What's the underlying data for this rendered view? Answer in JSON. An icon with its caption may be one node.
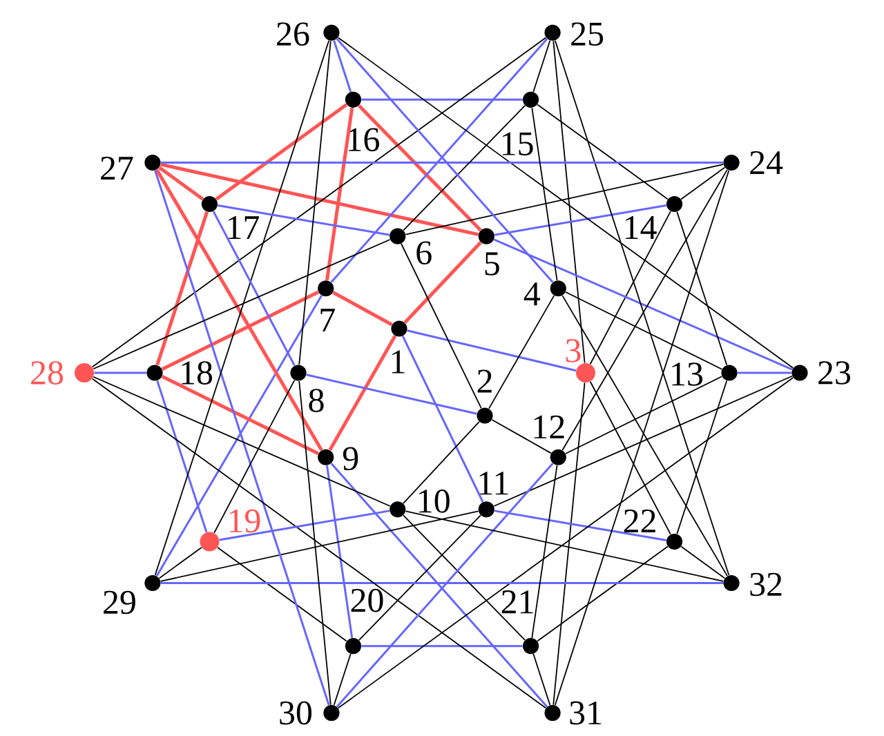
{
  "diagram": {
    "nodes": [
      {
        "text": [
          "1"
        ]
      },
      {
        "text": [
          "2"
        ]
      },
      {
        "text": [
          "3"
        ]
      },
      {
        "text": [
          "4"
        ]
      },
      {
        "text": [
          "5"
        ]
      },
      {
        "text": [
          "6"
        ]
      },
      {
        "text": [
          "7"
        ]
      },
      {
        "text": [
          "8"
        ]
      },
      {
        "text": [
          "9"
        ]
      },
      {
        "text": [
          "10"
        ]
      },
      {
        "text": [
          "11"
        ]
      },
      {
        "text": [
          "12"
        ]
      },
      {
        "text": [
          "13"
        ]
      },
      {
        "text": [
          "14"
        ]
      },
      {
        "text": [
          "15"
        ]
      },
      {
        "text": [
          "16"
        ]
      },
      {
        "text": [
          "17"
        ]
      },
      {
        "text": [
          "18"
        ]
      },
      {
        "text": [
          "19"
        ]
      },
      {
        "text": [
          "20"
        ]
      },
      {
        "text": [
          "21"
        ]
      },
      {
        "text": [
          "22"
        ]
      },
      {
        "text": [
          "23"
        ]
      },
      {
        "text": [
          "24"
        ]
      },
      {
        "text": [
          "25"
        ]
      },
      {
        "text": [
          "26"
        ]
      },
      {
        "text": [
          "27"
        ]
      },
      {
        "text": [
          "28"
        ]
      },
      {
        "text": [
          "29"
        ]
      },
      {
        "text": [
          "30"
        ]
      },
      {
        "text": [
          "31"
        ]
      },
      {
        "text": [
          "32"
        ]
      }
    ],
    "edges": [
      {
        "from": 0,
        "to": 2,
        "arrow": "none",
        "color": "#6666ff"
      },
      {
        "from": 0,
        "to": 4,
        "arrow": "none",
        "color": "#ff5555",
        "style": "thick"
      },
      {
        "from": 0,
        "to": 6,
        "arrow": "none",
        "color": "#ff5555",
        "style": "thick"
      },
      {
        "from": 0,
        "to": 8,
        "arrow": "none",
        "color": "#ff5555",
        "style": "thick"
      },
      {
        "from": 0,
        "to": 10,
        "arrow": "none",
        "color": "#6666ff"
      },
      {
        "from": 2,
        "to": 13,
        "arrow": "none"
      },
      {
        "from": 2,
        "to": 21,
        "arrow": "none"
      },
      {
        "from": 2,
        "to": 24,
        "arrow": "none"
      },
      {
        "from": 2,
        "to": 30,
        "arrow": "none"
      },
      {
        "from": 4,
        "to": 13,
        "arrow": "none",
        "color": "#6666ff"
      },
      {
        "from": 4,
        "to": 15,
        "arrow": "none",
        "color": "#ff5555",
        "style": "thick"
      },
      {
        "from": 4,
        "to": 22,
        "arrow": "none",
        "color": "#6666ff"
      },
      {
        "from": 4,
        "to": 26,
        "arrow": "none",
        "color": "#ff5555",
        "style": "thick"
      },
      {
        "from": 6,
        "to": 15,
        "arrow": "none",
        "color": "#ff5555",
        "style": "thick"
      },
      {
        "from": 6,
        "to": 17,
        "arrow": "none",
        "color": "#ff5555",
        "style": "thick"
      },
      {
        "from": 6,
        "to": 24,
        "arrow": "none",
        "color": "#6666ff"
      },
      {
        "from": 6,
        "to": 28,
        "arrow": "none",
        "color": "#6666ff"
      },
      {
        "from": 8,
        "to": 17,
        "arrow": "none",
        "color": "#ff5555",
        "style": "thick"
      },
      {
        "from": 8,
        "to": 19,
        "arrow": "none",
        "color": "#6666ff"
      },
      {
        "from": 8,
        "to": 26,
        "arrow": "none",
        "color": "#ff5555",
        "style": "thick"
      },
      {
        "from": 8,
        "to": 30,
        "arrow": "none",
        "color": "#6666ff"
      },
      {
        "from": 10,
        "to": 19,
        "arrow": "none"
      },
      {
        "from": 10,
        "to": 21,
        "arrow": "none",
        "color": "#6666ff"
      },
      {
        "from": 10,
        "to": 22,
        "arrow": "none"
      },
      {
        "from": 10,
        "to": 28,
        "arrow": "none"
      },
      {
        "from": 13,
        "to": 12,
        "arrow": "none"
      },
      {
        "from": 13,
        "to": 14,
        "arrow": "none"
      },
      {
        "from": 13,
        "to": 23,
        "arrow": "none"
      },
      {
        "from": 15,
        "to": 14,
        "arrow": "none",
        "color": "#6666ff"
      },
      {
        "from": 15,
        "to": 16,
        "arrow": "none",
        "color": "#ff5555",
        "style": "thick"
      },
      {
        "from": 15,
        "to": 25,
        "arrow": "none",
        "color": "#6666ff"
      },
      {
        "from": 17,
        "to": 16,
        "arrow": "none",
        "color": "#ff5555",
        "style": "thick"
      },
      {
        "from": 17,
        "to": 18,
        "arrow": "none",
        "color": "#6666ff"
      },
      {
        "from": 17,
        "to": 27,
        "arrow": "none",
        "color": "#6666ff"
      },
      {
        "from": 19,
        "to": 18,
        "arrow": "none"
      },
      {
        "from": 19,
        "to": 20,
        "arrow": "none",
        "color": "#6666ff"
      },
      {
        "from": 19,
        "to": 29,
        "arrow": "none"
      },
      {
        "from": 21,
        "to": 12,
        "arrow": "none"
      },
      {
        "from": 21,
        "to": 20,
        "arrow": "none"
      },
      {
        "from": 21,
        "to": 31,
        "arrow": "none"
      },
      {
        "from": 22,
        "to": 12,
        "arrow": "none",
        "color": "#6666ff"
      },
      {
        "from": 22,
        "to": 25,
        "arrow": "none"
      },
      {
        "from": 22,
        "to": 29,
        "arrow": "none"
      },
      {
        "from": 24,
        "to": 14,
        "arrow": "none"
      },
      {
        "from": 24,
        "to": 27,
        "arrow": "none"
      },
      {
        "from": 24,
        "to": 31,
        "arrow": "none"
      },
      {
        "from": 26,
        "to": 16,
        "arrow": "none",
        "color": "#ff5555",
        "style": "thick"
      },
      {
        "from": 26,
        "to": 23,
        "arrow": "none",
        "color": "#6666ff"
      },
      {
        "from": 26,
        "to": 29,
        "arrow": "none",
        "color": "#6666ff"
      },
      {
        "from": 28,
        "to": 18,
        "arrow": "none"
      },
      {
        "from": 28,
        "to": 25,
        "arrow": "none"
      },
      {
        "from": 28,
        "to": 31,
        "arrow": "none",
        "color": "#6666ff"
      },
      {
        "from": 30,
        "to": 20,
        "arrow": "none"
      },
      {
        "from": 30,
        "to": 23,
        "arrow": "none"
      },
      {
        "from": 30,
        "to": 27,
        "arrow": "none"
      },
      {
        "from": 12,
        "to": 3,
        "arrow": "none"
      },
      {
        "from": 12,
        "to": 11,
        "arrow": "none"
      },
      {
        "from": 14,
        "to": 3,
        "arrow": "none"
      },
      {
        "from": 14,
        "to": 5,
        "arrow": "none"
      },
      {
        "from": 16,
        "to": 5,
        "arrow": "none",
        "color": "#6666ff"
      },
      {
        "from": 16,
        "to": 7,
        "arrow": "none",
        "color": "#6666ff"
      },
      {
        "from": 18,
        "to": 7,
        "arrow": "none"
      },
      {
        "from": 18,
        "to": 9,
        "arrow": "none",
        "color": "#6666ff"
      },
      {
        "from": 20,
        "to": 9,
        "arrow": "none"
      },
      {
        "from": 20,
        "to": 11,
        "arrow": "none"
      },
      {
        "from": 23,
        "to": 5,
        "arrow": "none"
      },
      {
        "from": 23,
        "to": 11,
        "arrow": "none"
      },
      {
        "from": 25,
        "to": 3,
        "arrow": "none",
        "color": "#6666ff"
      },
      {
        "from": 25,
        "to": 7,
        "arrow": "none"
      },
      {
        "from": 27,
        "to": 5,
        "arrow": "none"
      },
      {
        "from": 27,
        "to": 9,
        "arrow": "none"
      },
      {
        "from": 29,
        "to": 7,
        "arrow": "none"
      },
      {
        "from": 29,
        "to": 11,
        "arrow": "none",
        "color": "#6666ff"
      },
      {
        "from": 31,
        "to": 3,
        "arrow": "none"
      },
      {
        "from": 31,
        "to": 9,
        "arrow": "none"
      },
      {
        "from": 1,
        "to": 3,
        "arrow": "none"
      },
      {
        "from": 1,
        "to": 5,
        "arrow": "none"
      },
      {
        "from": 1,
        "to": 7,
        "arrow": "none",
        "color": "#6666ff"
      },
      {
        "from": 1,
        "to": 9,
        "arrow": "none"
      },
      {
        "from": 1,
        "to": 11,
        "arrow": "none"
      }
    ]
  }
}
